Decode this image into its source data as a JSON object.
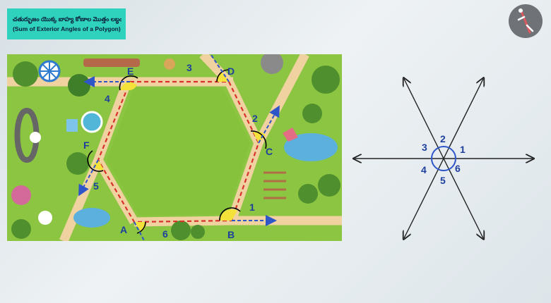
{
  "title": {
    "line1": "చతుర్భుజం యొక్క బాహ్య కోణాల మొత్తం లబ్ధం",
    "line2": "(Sum of Exterior Angles of a Polygon)"
  },
  "logo": {
    "icon": "person-logo-icon"
  },
  "park_diagram": {
    "vertices": [
      {
        "id": "A",
        "label": "A"
      },
      {
        "id": "B",
        "label": "B"
      },
      {
        "id": "C",
        "label": "C"
      },
      {
        "id": "D",
        "label": "D"
      },
      {
        "id": "E",
        "label": "E"
      },
      {
        "id": "F",
        "label": "F"
      }
    ],
    "angle_labels": [
      "1",
      "2",
      "3",
      "4",
      "5",
      "6"
    ]
  },
  "angle_figure": {
    "angle_labels": [
      "1",
      "2",
      "3",
      "4",
      "5",
      "6"
    ]
  },
  "colors": {
    "grass": "#8bc541",
    "path": "#efd2a0",
    "dashed_perimeter": "#d9322b",
    "exterior_arrow": "#2e56c8",
    "angle_fill": "#f4e23a",
    "label": "#1d3f9e",
    "title_bg": "#2fd3bd"
  }
}
